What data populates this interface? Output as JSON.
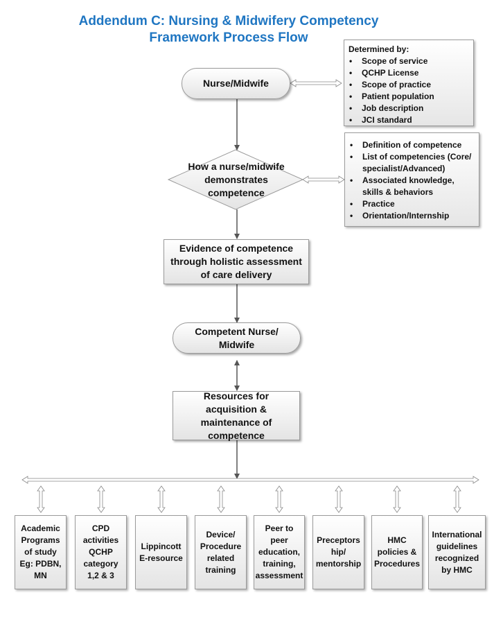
{
  "title": {
    "line1": "Addendum C: Nursing & Midwifery Competency",
    "line2": "Framework  Process Flow"
  },
  "flow": {
    "nurse": "Nurse/Midwife",
    "demonstrate": "How a nurse/midwife demonstrates competence",
    "evidence": "Evidence of competence through holistic assessment of care delivery",
    "competent": "Competent Nurse/ Midwife",
    "resources": "Resources for acquisition & maintenance of competence"
  },
  "determined": {
    "heading": "Determined by:",
    "items": [
      "Scope of service",
      "QCHP License",
      "Scope of practice",
      "Patient population",
      "Job description",
      "JCI standard"
    ]
  },
  "definition": {
    "items": [
      "Definition of competence",
      "List of competencies (Core/ specialist/Advanced)",
      "Associated knowledge, skills & behaviors",
      "Practice",
      "Orientation/Internship"
    ]
  },
  "resources_list": [
    "Academic Programs of study Eg: PDBN, MN",
    "CPD activities QCHP category 1,2 & 3",
    "Lippincott E-resource",
    "Device/ Procedure related training",
    "Peer to peer education, training, assessment",
    "Preceptors hip/ mentorship",
    "HMC policies & Procedures",
    "International guidelines recognized by HMC"
  ],
  "colors": {
    "title": "#1f76c2",
    "arrow": "#555555",
    "node_border": "#9a9a9a"
  }
}
